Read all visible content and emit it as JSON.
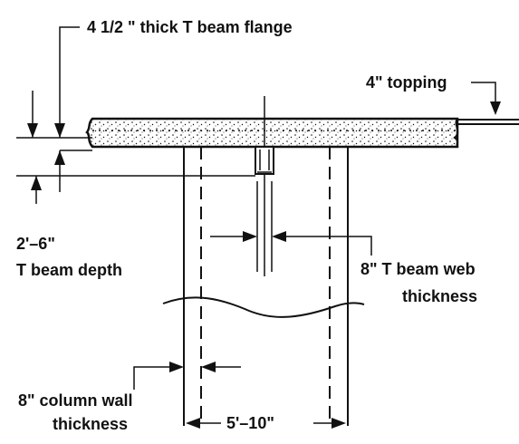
{
  "labels": {
    "flange": "4 1/2 \" thick T beam flange",
    "topping": "4\" topping",
    "depth_value": "2'–6\"",
    "depth_text": "T beam depth",
    "web_value": "8\" T beam web",
    "web_text": "thickness",
    "wall_value": "8\" column wall",
    "wall_text": "thickness",
    "span": "5'–10\""
  },
  "colors": {
    "ink": "#111111",
    "paper": "#ffffff"
  }
}
